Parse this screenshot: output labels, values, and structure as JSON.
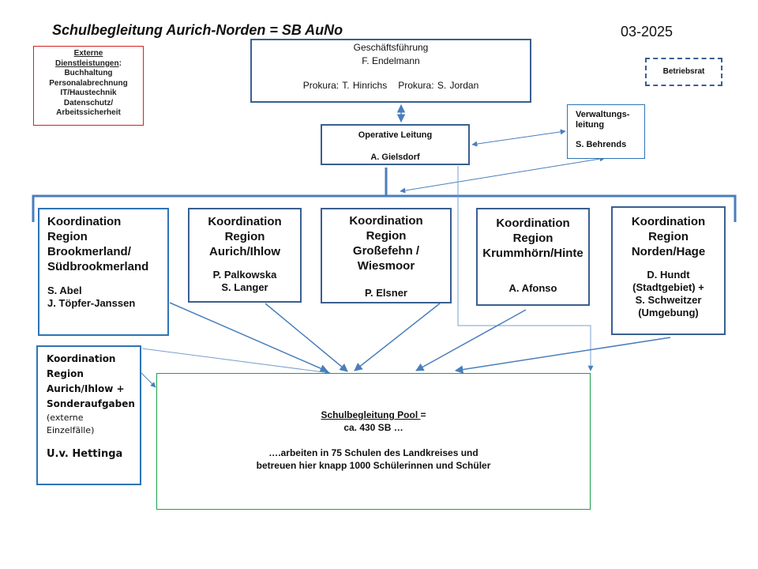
{
  "header": {
    "title": "Schulbegleitung Aurich-Norden = SB AuNo",
    "date": "03-2025"
  },
  "external_services": {
    "heading_line1": "Externe",
    "heading_line2": "Dienstleistungen",
    "heading_suffix": ":",
    "items": [
      "Buchhaltung",
      "Personalabrechnung",
      "IT/Haustechnik",
      "Datenschutz/",
      "Arbeitssicherheit"
    ]
  },
  "management": {
    "title": "Geschäftsführung",
    "name": "F. Endelmann",
    "prokura": [
      "Prokura: T. Hinrichs",
      "Prokura: S. Jordan"
    ]
  },
  "works_council": {
    "label": "Betriebsrat"
  },
  "operative_lead": {
    "title": "Operative Leitung",
    "name": "A. Gielsdorf"
  },
  "admin_lead": {
    "title_line1": "Verwaltungs-",
    "title_line2": "leitung",
    "name": "S. Behrends"
  },
  "regions": [
    {
      "title": [
        "Koordination",
        "Region",
        "Brookmerland/",
        "Südbrookmerland"
      ],
      "names": [
        "S. Abel",
        "J. Töpfer-Janssen"
      ]
    },
    {
      "title": [
        "Koordination",
        "Region",
        "Aurich/Ihlow"
      ],
      "names": [
        "P. Palkowska",
        "S. Langer"
      ]
    },
    {
      "title": [
        "Koordination",
        "Region",
        "Großefehn /",
        "Wiesmoor"
      ],
      "names": [
        "P. Elsner"
      ]
    },
    {
      "title": [
        "Koordination",
        "Region",
        "Krummhörn/Hinte"
      ],
      "names": [
        "A. Afonso"
      ]
    },
    {
      "title": [
        "Koordination",
        "Region",
        "Norden/Hage"
      ],
      "names": [
        "D. Hundt",
        "(Stadtgebiet) +",
        "S. Schweitzer",
        "(Umgebung)"
      ]
    },
    {
      "title": [
        "Koordination",
        "Region",
        "Aurich/Ihlow +",
        "Sonderaufgaben"
      ],
      "subtitle": [
        "(externe",
        "Einzelfälle)"
      ],
      "names": [
        "U.v. Hettinga"
      ]
    }
  ],
  "pool": {
    "heading": "Schulbegleitung Pool ",
    "heading_suffix": "=",
    "count": "ca. 430 SB …",
    "desc_line1": "….arbeiten in 75 Schulen des Landkreises und",
    "desc_line2": "betreuen hier knapp 1000 Schülerinnen und Schüler"
  },
  "colors": {
    "box_border_dark": "#3a5f8f",
    "box_border_blue": "#2e74b5",
    "connector": "#4a7ebb",
    "external_border": "#d62020",
    "pool_border": "#1aa04a"
  }
}
